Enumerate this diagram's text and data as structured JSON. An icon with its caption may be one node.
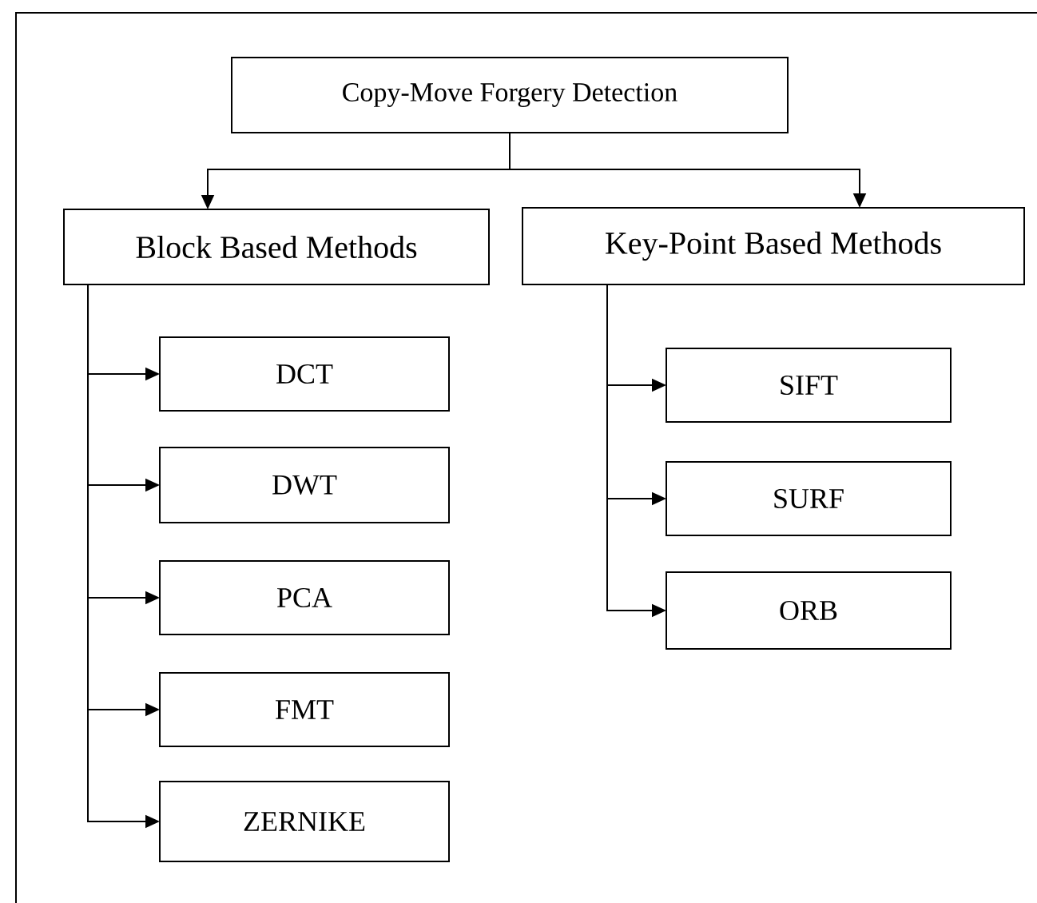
{
  "diagram": {
    "nodes": [
      {
        "text": [
          "Copy-Move Forgery Detection"
        ]
      },
      {
        "text": [
          "Block Based Methods"
        ]
      },
      {
        "text": [
          "Key-Point Based Methods"
        ]
      },
      {
        "text": [
          "DCT"
        ]
      },
      {
        "text": [
          "DWT"
        ]
      },
      {
        "text": [
          "PCA"
        ]
      },
      {
        "text": [
          "FMT"
        ]
      },
      {
        "text": [
          "ZERNIKE"
        ]
      },
      {
        "text": [
          "SIFT"
        ]
      },
      {
        "text": [
          "SURF"
        ]
      },
      {
        "text": [
          "ORB"
        ]
      }
    ],
    "edges": [
      {
        "from": 0,
        "to": 1,
        "arrow": "to"
      },
      {
        "from": 0,
        "to": 2,
        "arrow": "to"
      },
      {
        "from": 1,
        "to": 3,
        "arrow": "to"
      },
      {
        "from": 1,
        "to": 4,
        "arrow": "to"
      },
      {
        "from": 1,
        "to": 5,
        "arrow": "to"
      },
      {
        "from": 1,
        "to": 6,
        "arrow": "to"
      },
      {
        "from": 1,
        "to": 7,
        "arrow": "to"
      },
      {
        "from": 2,
        "to": 8,
        "arrow": "to"
      },
      {
        "from": 2,
        "to": 9,
        "arrow": "to"
      },
      {
        "from": 2,
        "to": 10,
        "arrow": "to"
      }
    ]
  }
}
